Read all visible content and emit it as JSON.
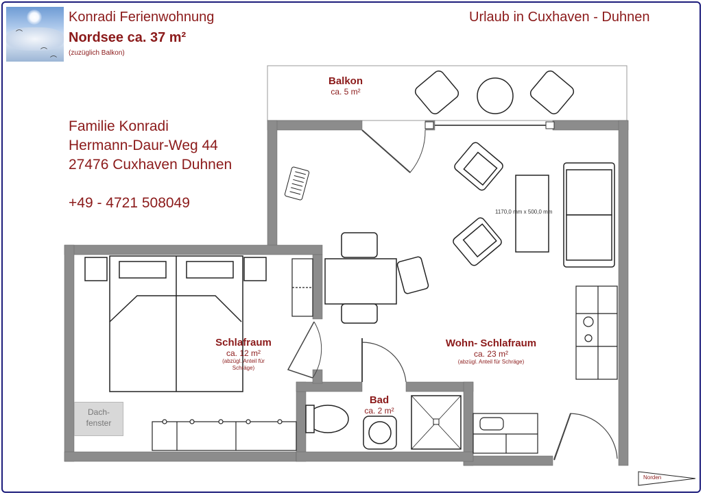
{
  "header": {
    "title": "Konradi Ferienwohnung",
    "subtitle": "Nordsee ca. 37 m²",
    "note": "(zuzüglich Balkon)",
    "location": "Urlaub in Cuxhaven - Duhnen"
  },
  "contact": {
    "name": "Familie Konradi",
    "street": "Hermann-Daur-Weg 44",
    "city": "27476 Cuxhaven Duhnen",
    "phone": "+49 - 4721 508049"
  },
  "rooms": {
    "balkon": {
      "name": "Balkon",
      "area": "ca. 5 m²"
    },
    "schlafraum": {
      "name": "Schlafraum",
      "area": "ca. 12 m²",
      "note": "(abzügl. Anteil für\nSchräge)"
    },
    "wohn": {
      "name": "Wohn- Schlafraum",
      "area": "ca. 23 m²",
      "note": "(abzügl. Anteil für Schräge)"
    },
    "bad": {
      "name": "Bad",
      "area": "ca. 2 m²"
    }
  },
  "labels": {
    "dachfenster": "Dach-\nfenster",
    "dimension": "1170,0 mm x 500,0 mm",
    "north": "Norden"
  },
  "colors": {
    "text": "#8b1a1a",
    "border": "#1a1a7a",
    "wall": "#8c8c8c"
  }
}
